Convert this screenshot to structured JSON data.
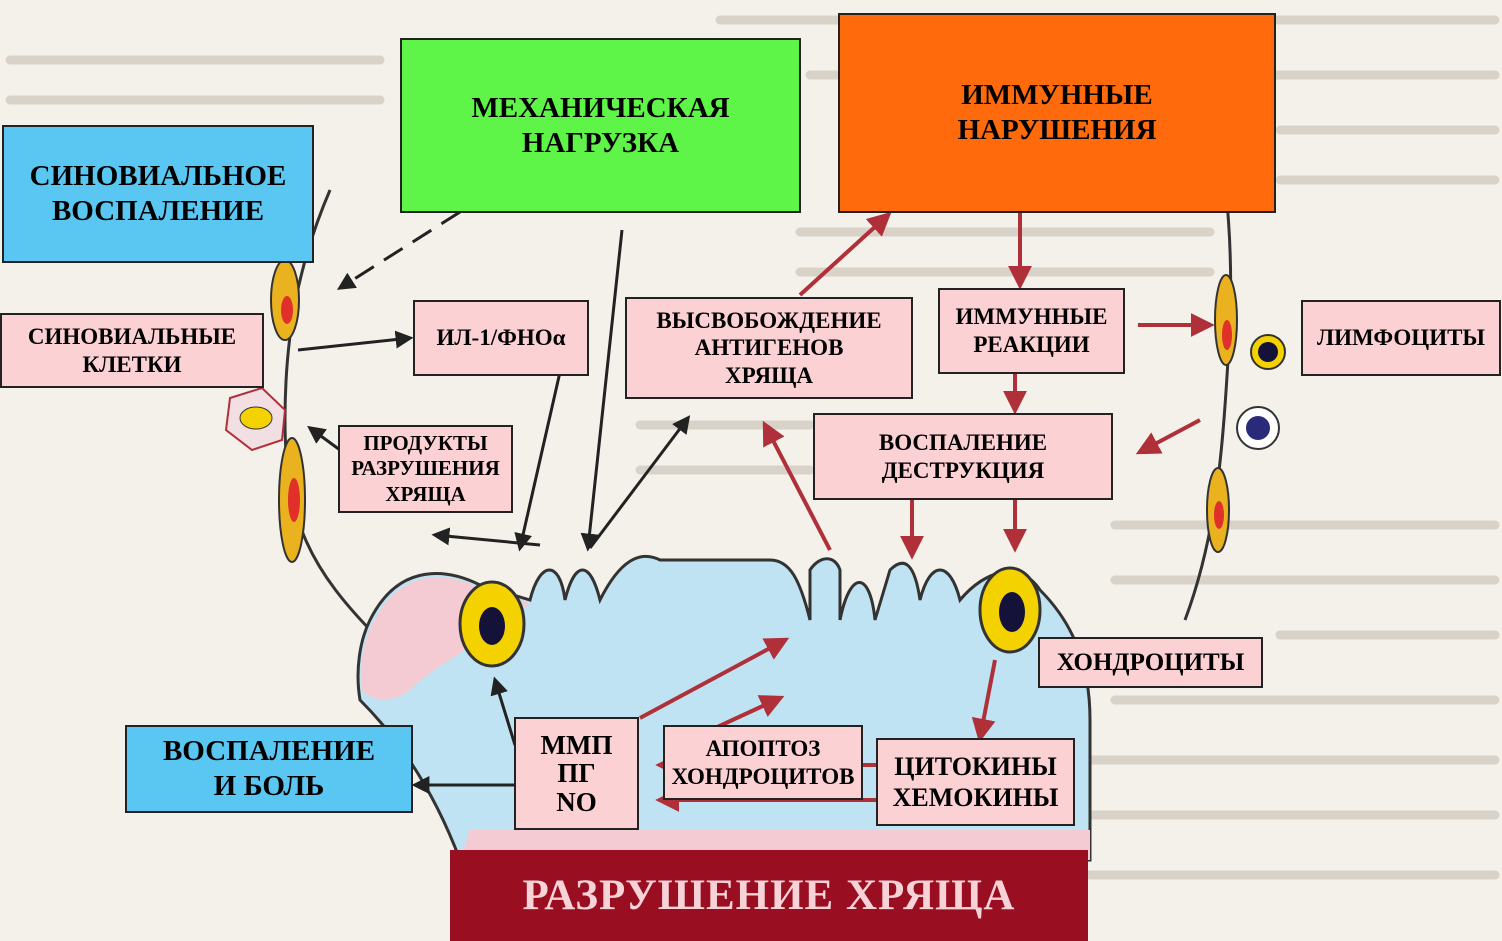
{
  "labels": {
    "mechanical_load": "МЕХАНИЧЕСКАЯ\nНАГРУЗКА",
    "immune_disorders": "ИММУННЫЕ\nНАРУШЕНИЯ",
    "synovial_inflammation": "СИНОВИАЛЬНОЕ\nВОСПАЛЕНИЕ",
    "synovial_cells": "СИНОВИАЛЬНЫЕ\nКЛЕТКИ",
    "il1_tnf": "ИЛ-1/ФНОα",
    "antigen_release": "ВЫСВОБОЖДЕНИЕ\nАНТИГЕНОВ\nХРЯЩА",
    "immune_reactions": "ИММУННЫЕ\nРЕАКЦИИ",
    "lymphocytes": "ЛИМФОЦИТЫ",
    "cartilage_products": "ПРОДУКТЫ\nРАЗРУШЕНИЯ\nХРЯЩА",
    "inflammation_destruction": "ВОСПАЛЕНИЕ\nДЕСТРУКЦИЯ",
    "chondrocytes": "ХОНДРОЦИТЫ",
    "mmp_pg_no": "ММП\nПГ\nNO",
    "chondrocyte_apoptosis": "АПОПТОЗ\nХОНДРОЦИТОВ",
    "cytokines_chemokines": "ЦИТОКИНЫ\nХЕМОКИНЫ",
    "inflammation_pain": "ВОСПАЛЕНИЕ\nИ БОЛЬ",
    "cartilage_destruction": "РАЗРУШЕНИЕ ХРЯЩА"
  },
  "colors": {
    "pink_box": "#fbd1d4",
    "blue_box": "#5ac7f2",
    "green_box": "#5ef548",
    "orange_box": "#ff6a0c",
    "maroon_box": "#9a0e22",
    "arrow": "#b0303a",
    "cartilage_blue": "#bfe3f2",
    "cartilage_pink": "#f5cbd3"
  }
}
